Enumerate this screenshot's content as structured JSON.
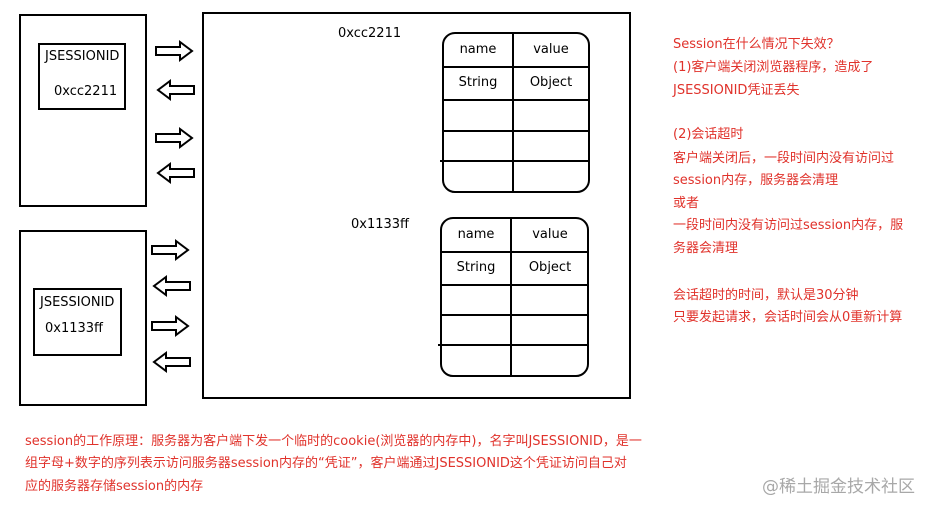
{
  "client_a": {
    "label": "JSESSIONID",
    "id": "0xcc2211"
  },
  "client_b": {
    "label": "JSESSIONID",
    "id": "0x1133ff"
  },
  "server": {
    "session_a": {
      "address": "0xcc2211",
      "headers": [
        "name",
        "value"
      ],
      "row": [
        "String",
        "Object"
      ]
    },
    "session_b": {
      "address": "0x1133ff",
      "headers": [
        "name",
        "value"
      ],
      "row": [
        "String",
        "Object"
      ]
    }
  },
  "notes": {
    "q": "Session在什么情况下失效？",
    "l1": "(1)客户端关闭浏览器程序，造成了",
    "l2": "JSESSIONID凭证丢失",
    "l3": "(2)会话超时",
    "l4": "客户端关闭后，一段时间内没有访问过",
    "l5": "session内存，服务器会清理",
    "l6": "或者",
    "l7": "一段时间内没有访问过session内存，服",
    "l8": "务器会清理",
    "l9": "会话超时的时间，默认是30分钟",
    "l10": "只要发起请求，会话时间会从0重新计算"
  },
  "principle": {
    "l1": "session的工作原理：服务器为客户端下发一个临时的cookie(浏览器的内存中)，名字叫JSESSIONID，是一",
    "l2": "组字母+数字的序列表示访问服务器session内存的“凭证”，客户端通过JSESSIONID这个凭证访问自己对",
    "l3": "应的服务器存储session的内存"
  },
  "watermark": "@稀土掘金技术社区",
  "colors": {
    "note_red": "#e0322b",
    "line": "#000000"
  }
}
